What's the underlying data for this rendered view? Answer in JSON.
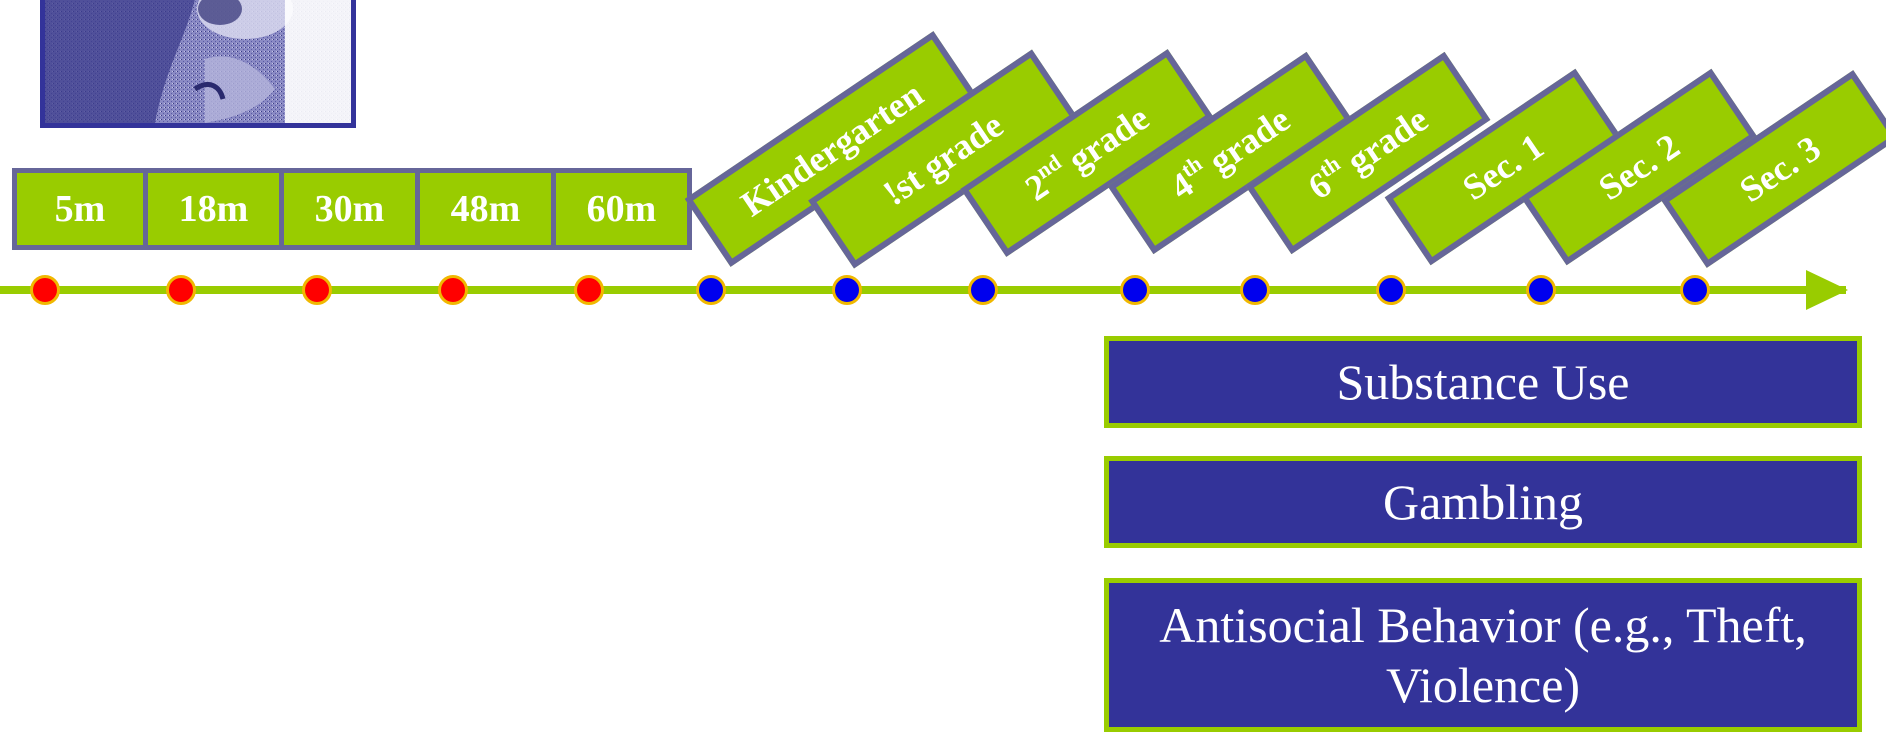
{
  "months": [
    "5m",
    "18m",
    "30m",
    "48m",
    "60m"
  ],
  "grades": [
    {
      "label": "Kindergarten",
      "sup": ""
    },
    {
      "label": "!st grade",
      "sup": ""
    },
    {
      "pre": "2",
      "sup": "nd",
      "post": " grade"
    },
    {
      "pre": "4",
      "sup": "th",
      "post": " grade"
    },
    {
      "pre": "6",
      "sup": "th",
      "post": " grade"
    },
    {
      "label": "Sec. 1",
      "sup": ""
    },
    {
      "label": "Sec. 2",
      "sup": ""
    },
    {
      "label": "Sec. 3",
      "sup": ""
    }
  ],
  "timeline_points": [
    {
      "phase": "preschool",
      "color": "#ff0000"
    },
    {
      "phase": "preschool",
      "color": "#ff0000"
    },
    {
      "phase": "preschool",
      "color": "#ff0000"
    },
    {
      "phase": "preschool",
      "color": "#ff0000"
    },
    {
      "phase": "preschool",
      "color": "#ff0000"
    },
    {
      "phase": "school",
      "color": "#0000ee"
    },
    {
      "phase": "school",
      "color": "#0000ee"
    },
    {
      "phase": "school",
      "color": "#0000ee"
    },
    {
      "phase": "school",
      "color": "#0000ee"
    },
    {
      "phase": "school",
      "color": "#0000ee"
    },
    {
      "phase": "school",
      "color": "#0000ee"
    },
    {
      "phase": "school",
      "color": "#0000ee"
    },
    {
      "phase": "school",
      "color": "#0000ee"
    }
  ],
  "outcomes": [
    "Substance Use",
    "Gambling",
    "Antisocial Behavior (e.g., Theft, Violence)"
  ],
  "colors": {
    "box_green": "#99cc00",
    "box_border": "#666699",
    "outcome_blue": "#333399",
    "dot_red": "#ff0000",
    "dot_blue": "#0000ee",
    "dot_ring": "#f0b800"
  },
  "photo": {
    "icon": "child-face-photo"
  }
}
